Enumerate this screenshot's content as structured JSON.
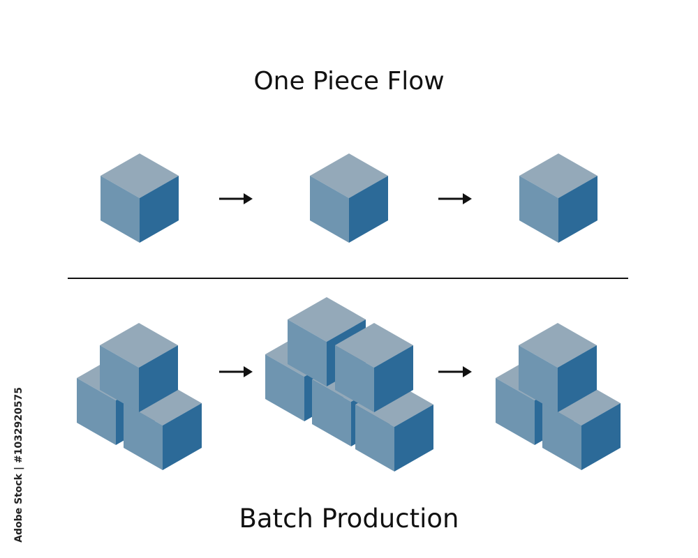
{
  "titles": {
    "top": "One Piece Flow",
    "bottom": "Batch Production"
  },
  "stock_id": "Adobe Stock | #1032920575",
  "colors": {
    "cube_top": "#94a9b9",
    "cube_left": "#6f95b0",
    "cube_right": "#2c6a98",
    "arrow": "#111111",
    "divider": "#111111",
    "text": "#111111"
  },
  "rows": [
    {
      "name": "one-piece-flow",
      "groups": [
        1,
        1,
        1
      ],
      "arrows": 2
    },
    {
      "name": "batch-production",
      "groups": [
        3,
        5,
        3
      ],
      "arrows": 2
    }
  ]
}
